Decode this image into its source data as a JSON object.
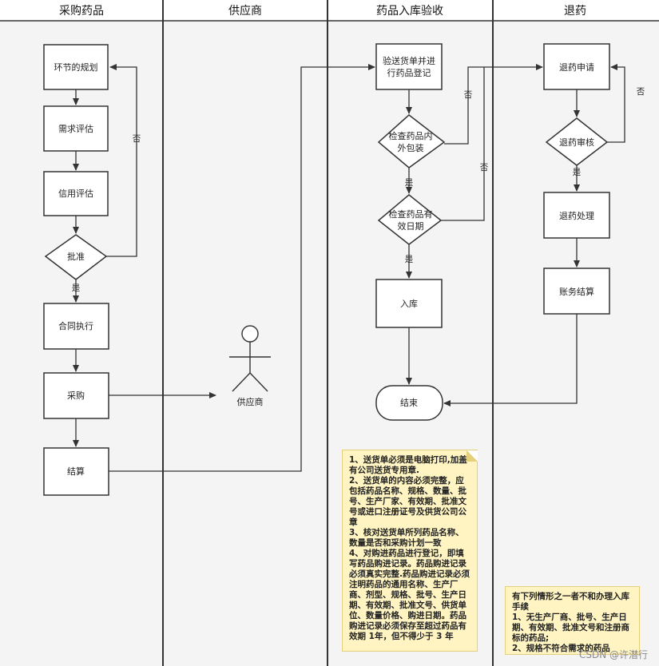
{
  "lanes": [
    {
      "title": "采购药品"
    },
    {
      "title": "供应商"
    },
    {
      "title": "药品入库验收"
    },
    {
      "title": "退药"
    }
  ],
  "procurement": {
    "plan": "环节的规划",
    "demand": "需求评估",
    "credit": "信用评估",
    "approve": "批准",
    "contract": "合同执行",
    "purchase": "采购",
    "settle": "结算"
  },
  "supplier": {
    "actor": "供应商"
  },
  "receiving": {
    "register_line1": "验送货单并进",
    "register_line2": "行药品登记",
    "check_pack_line1": "检查药品内",
    "check_pack_line2": "外包装",
    "check_date_line1": "检查药品有",
    "check_date_line2": "效日期",
    "stock_in": "入库",
    "end": "结束"
  },
  "returns": {
    "apply": "退药申请",
    "review": "退药审核",
    "handle": "退药处理",
    "account": "账务结算"
  },
  "edge_labels": {
    "no": "否",
    "yes": "是"
  },
  "notes": {
    "receiving": [
      "1、送货单必须是电脑打印,加盖",
      "有公司送货专用章.",
      "2、送货单的内容必须完整，应",
      "包括药品名称、规格、数量、批",
      "号、生产厂家、有效期、批准文",
      "号或进口注册证号及供货公司公",
      "章",
      "3、核对送货单所列药品名称、",
      "数量是否和采购计划一致",
      "4、对购进药品进行登记，即填",
      "写药品购进记录。药品购进记录",
      "必须真实完整.药品购进记录必须",
      "注明药品的通用名称、生产厂",
      "商、剂型、规格、批号、生产日",
      "期、有效期、批准文号、供货单",
      "位、数量价格、购进日期。药品",
      "购进记录必须保存至超过药品有",
      "效期 1年，但不得少于 3 年"
    ],
    "returns": [
      "有下列情形之一者不和办理入库",
      "手续",
      "1、无生产厂商、批号、生产日",
      "期、有效期、批准文号和注册商",
      "标的药品;",
      "2、规格不符合需求的药品"
    ]
  },
  "watermark": "CSDN @许潜行",
  "colors": {
    "note_bg": "#fff4c2",
    "lane_bg": "#f4f4f4",
    "stroke": "#333333"
  }
}
